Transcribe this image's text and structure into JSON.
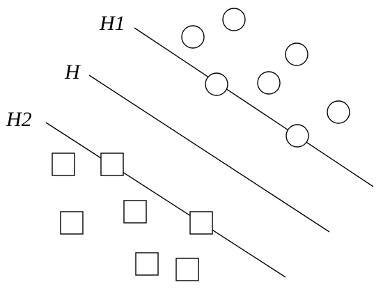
{
  "lines": {
    "h1_label": "H1",
    "h_label": "H",
    "h2_label": "H2"
  },
  "colors": {
    "stroke": "#000000",
    "fill": "#ffffff"
  },
  "markers": {
    "circle_class_icon": "circle-icon",
    "square_class_icon": "square-icon"
  }
}
